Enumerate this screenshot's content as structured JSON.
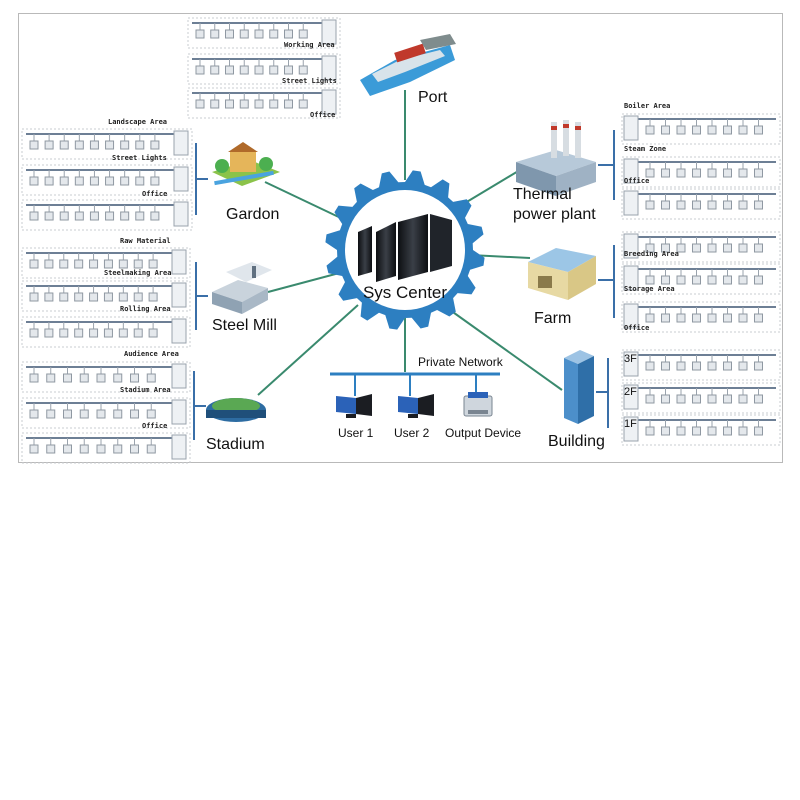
{
  "center": {
    "label": "Sys Center"
  },
  "nodes": [
    {
      "id": "port",
      "label": "Port",
      "areas": [
        "Working Area",
        "Street Lights",
        "Office"
      ]
    },
    {
      "id": "gardon",
      "label": "Gardon",
      "areas": [
        "Landscape Area",
        "Street Lights",
        "Office"
      ]
    },
    {
      "id": "steel-mill",
      "label": "Steel Mill",
      "areas": [
        "Raw Material",
        "Steelmaking Area",
        "Rolling Area"
      ]
    },
    {
      "id": "stadium",
      "label": "Stadium",
      "areas": [
        "Audience Area",
        "Stadium Area",
        "Office"
      ]
    },
    {
      "id": "thermal",
      "label_line1": "Thermal",
      "label_line2": "power plant",
      "areas": [
        "Boiler Area",
        "Steam Zone",
        "Office"
      ]
    },
    {
      "id": "farm",
      "label": "Farm",
      "areas": [
        "Breeding Area",
        "Storage Area",
        "Office"
      ]
    },
    {
      "id": "building",
      "label": "Building",
      "floors": [
        "3F",
        "2F",
        "1F"
      ]
    }
  ],
  "network": {
    "title": "Private Network",
    "devices": [
      {
        "label": "User 1",
        "icon": "monitor-icon"
      },
      {
        "label": "User 2",
        "icon": "monitor-icon"
      },
      {
        "label": "Output Device",
        "icon": "printer-icon"
      }
    ]
  },
  "colors": {
    "gear": "#2d7fc1",
    "link": "#3a8a6e",
    "bus": "#6d7f95",
    "server": "#1a1d22"
  }
}
